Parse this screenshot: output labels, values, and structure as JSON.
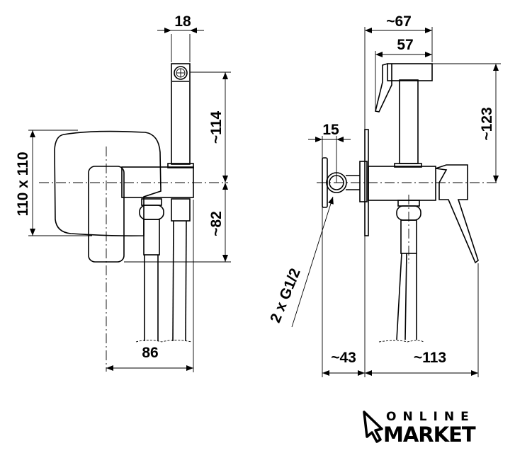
{
  "drawing": {
    "front_view": {
      "dimensions": {
        "handset_width": "18",
        "plate_size": "110 x 110",
        "height_above_axis": "~114",
        "height_below_axis": "~82",
        "depth": "86"
      }
    },
    "side_view": {
      "dimensions": {
        "handset_overall": "~67",
        "handset_head": "57",
        "height_above_axis": "~123",
        "connector_offset": "15",
        "connection_thread": "2 x G1/2",
        "wall_to_connector": "~43",
        "projection": "~113"
      }
    }
  },
  "logo": {
    "line1": "ONLINE",
    "line2": "MARKET"
  }
}
